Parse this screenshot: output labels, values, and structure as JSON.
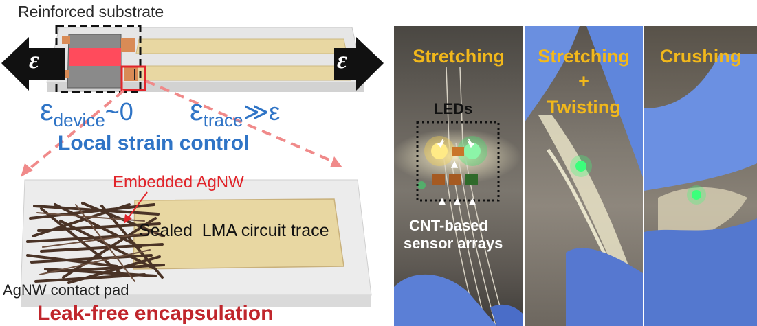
{
  "diagram": {
    "reinforced_substrate": "Reinforced substrate",
    "strain_symbol": "ε",
    "eps_device": {
      "base": "ε",
      "sub": "device",
      "rel": "~0"
    },
    "eps_trace": {
      "base": "ε",
      "sub": "trace",
      "rel": "≫ε"
    },
    "local_strain": "Local strain control",
    "embedded_agnw": "Embedded AgNW",
    "sealed_trace": "Sealed  LMA circuit trace",
    "agnw_pad": "AgNW contact pad",
    "leak_free": "Leak-free encapsulation"
  },
  "photos": {
    "panel1_title": "Stretching",
    "leds": "LEDs",
    "sensor_line1": "CNT-based",
    "sensor_line2": "sensor arrays",
    "panel2_line1": "Stretching",
    "panel2_line2": "+",
    "panel2_line3": "Twisting",
    "panel3_title": "Crushing"
  },
  "colors": {
    "blue_text": "#2f74c6",
    "red_text": "#e1242a",
    "dark_red_text": "#c0262c",
    "panel_text": "#f2b81b",
    "trace_fill": "#e8d7a2",
    "highlight_red": "#ff4b5c"
  }
}
